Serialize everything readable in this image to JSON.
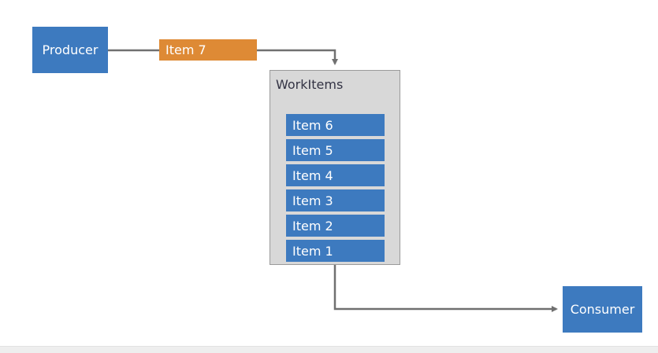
{
  "colors": {
    "node_blue": "#3d7abf",
    "item_orange": "#de8a35",
    "queue_fill": "#d8d8d8",
    "connector": "#707070"
  },
  "nodes": {
    "producer": "Producer",
    "consumer": "Consumer",
    "incoming_item": "Item 7"
  },
  "queue": {
    "title": "WorkItems",
    "items": [
      "Item 6",
      "Item 5",
      "Item 4",
      "Item 3",
      "Item 2",
      "Item 1"
    ]
  }
}
